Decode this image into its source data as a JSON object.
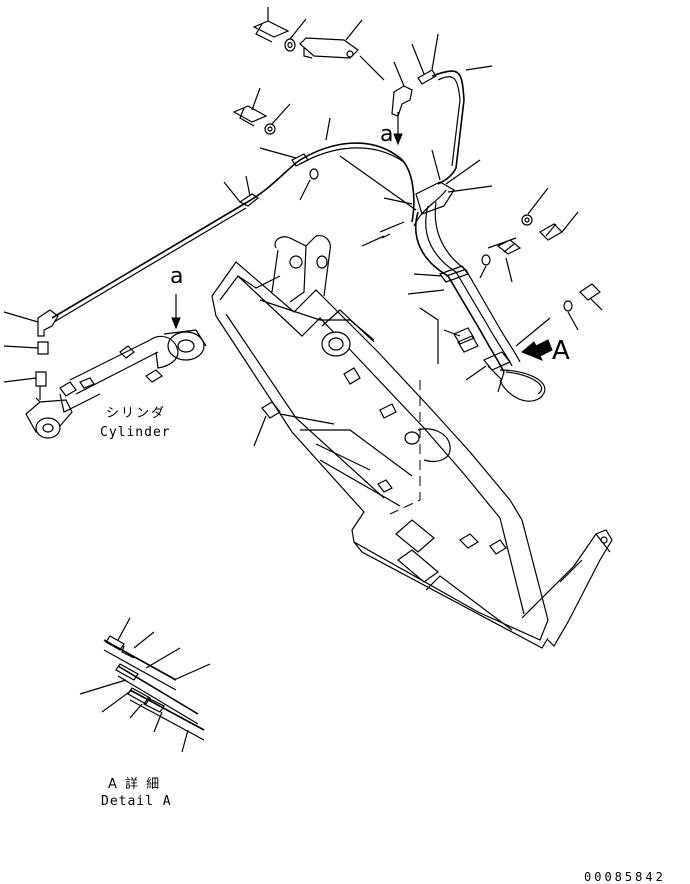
{
  "callouts": {
    "view_a_top": "a",
    "view_a_cylinder": "a",
    "view_A_arrow": "A"
  },
  "cylinder_caption": {
    "japanese": "シリンダ",
    "english": "Cylinder"
  },
  "detail_caption": {
    "japanese": "A 詳 細",
    "english": "Detail A"
  },
  "drawing_number": "00085842"
}
